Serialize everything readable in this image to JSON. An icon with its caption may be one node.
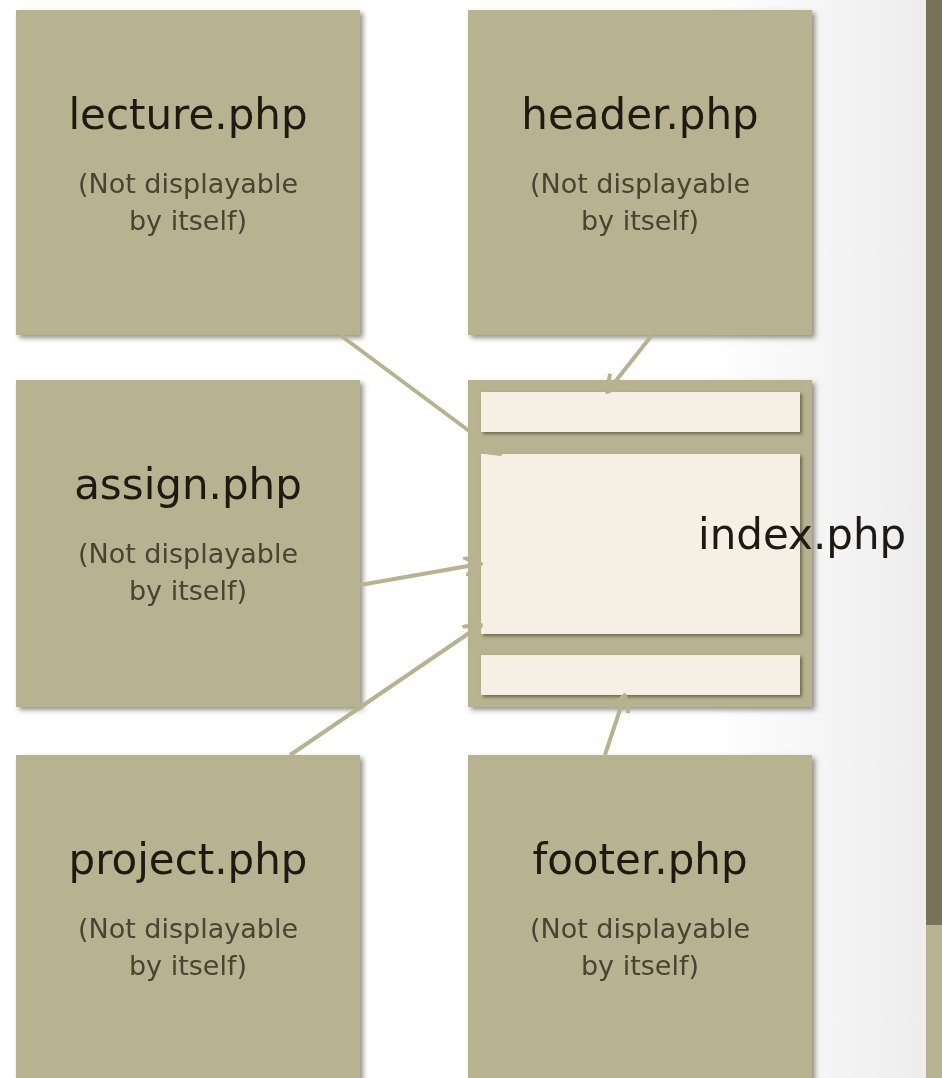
{
  "diagram": {
    "nodes": [
      {
        "text": [
          "lecture.php",
          "(Not displayable by itself)"
        ]
      },
      {
        "text": [
          "header.php",
          "(Not displayable by itself)"
        ]
      },
      {
        "text": [
          "assign.php",
          "(Not displayable by itself)"
        ]
      },
      {
        "text": [
          "index.php"
        ]
      },
      {
        "text": [],
        "shape": "box",
        "in": 3
      },
      {
        "text": [],
        "shape": "box",
        "in": 3
      },
      {
        "text": [],
        "shape": "box",
        "in": 3
      },
      {
        "text": [
          "project.php",
          "(Not displayable by itself)"
        ]
      },
      {
        "text": [
          "footer.php",
          "(Not displayable by itself)"
        ]
      }
    ],
    "edges": [
      {
        "from": 0,
        "to": 5,
        "arrow": "to"
      },
      {
        "from": 1,
        "to": 4,
        "arrow": "to"
      },
      {
        "from": 2,
        "to": 5,
        "arrow": "to"
      },
      {
        "from": 7,
        "to": 5,
        "arrow": "to"
      },
      {
        "from": 8,
        "to": 6,
        "arrow": "to"
      }
    ]
  }
}
